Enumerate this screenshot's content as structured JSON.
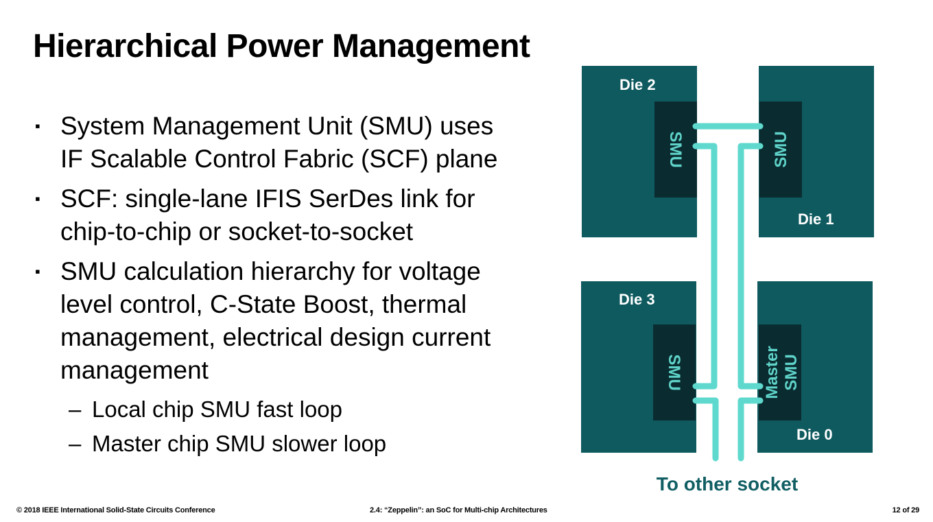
{
  "slide": {
    "title": "Hierarchical Power Management",
    "bullets": [
      {
        "lines": [
          "System Management Unit (SMU) uses",
          "IF Scalable Control Fabric (SCF) plane"
        ]
      },
      {
        "lines": [
          "SCF: single-lane IFIS SerDes link for",
          "chip-to-chip or socket-to-socket"
        ]
      },
      {
        "lines": [
          "SMU calculation hierarchy for voltage",
          "level control, C-State Boost, thermal",
          "management, electrical design current",
          "management"
        ]
      }
    ],
    "bullet_marker": "▪",
    "sub_dash": "–",
    "sub_bullets": [
      "Local chip SMU fast loop",
      "Master chip SMU slower loop"
    ]
  },
  "diagram": {
    "dies": {
      "die2": {
        "label": "Die 2",
        "smu_label": "SMU"
      },
      "die1": {
        "label": "Die 1",
        "smu_label": "SMU"
      },
      "die3": {
        "label": "Die 3",
        "smu_label": "SMU"
      },
      "die0": {
        "label": "Die 0",
        "smu_label_line1": "Master",
        "smu_label_line2": "SMU"
      }
    },
    "socket_label": "To other socket",
    "colors": {
      "die_fill": "#0f5a5f",
      "smu_fill": "#0a2c30",
      "link": "#5fd9ce",
      "label_teal": "#115e63"
    }
  },
  "footer": {
    "left": "© 2018 IEEE International Solid-State Circuits Conference",
    "center": "2.4: “Zeppelin”: an SoC for Multi-chip Architectures",
    "right": "12 of 29"
  }
}
